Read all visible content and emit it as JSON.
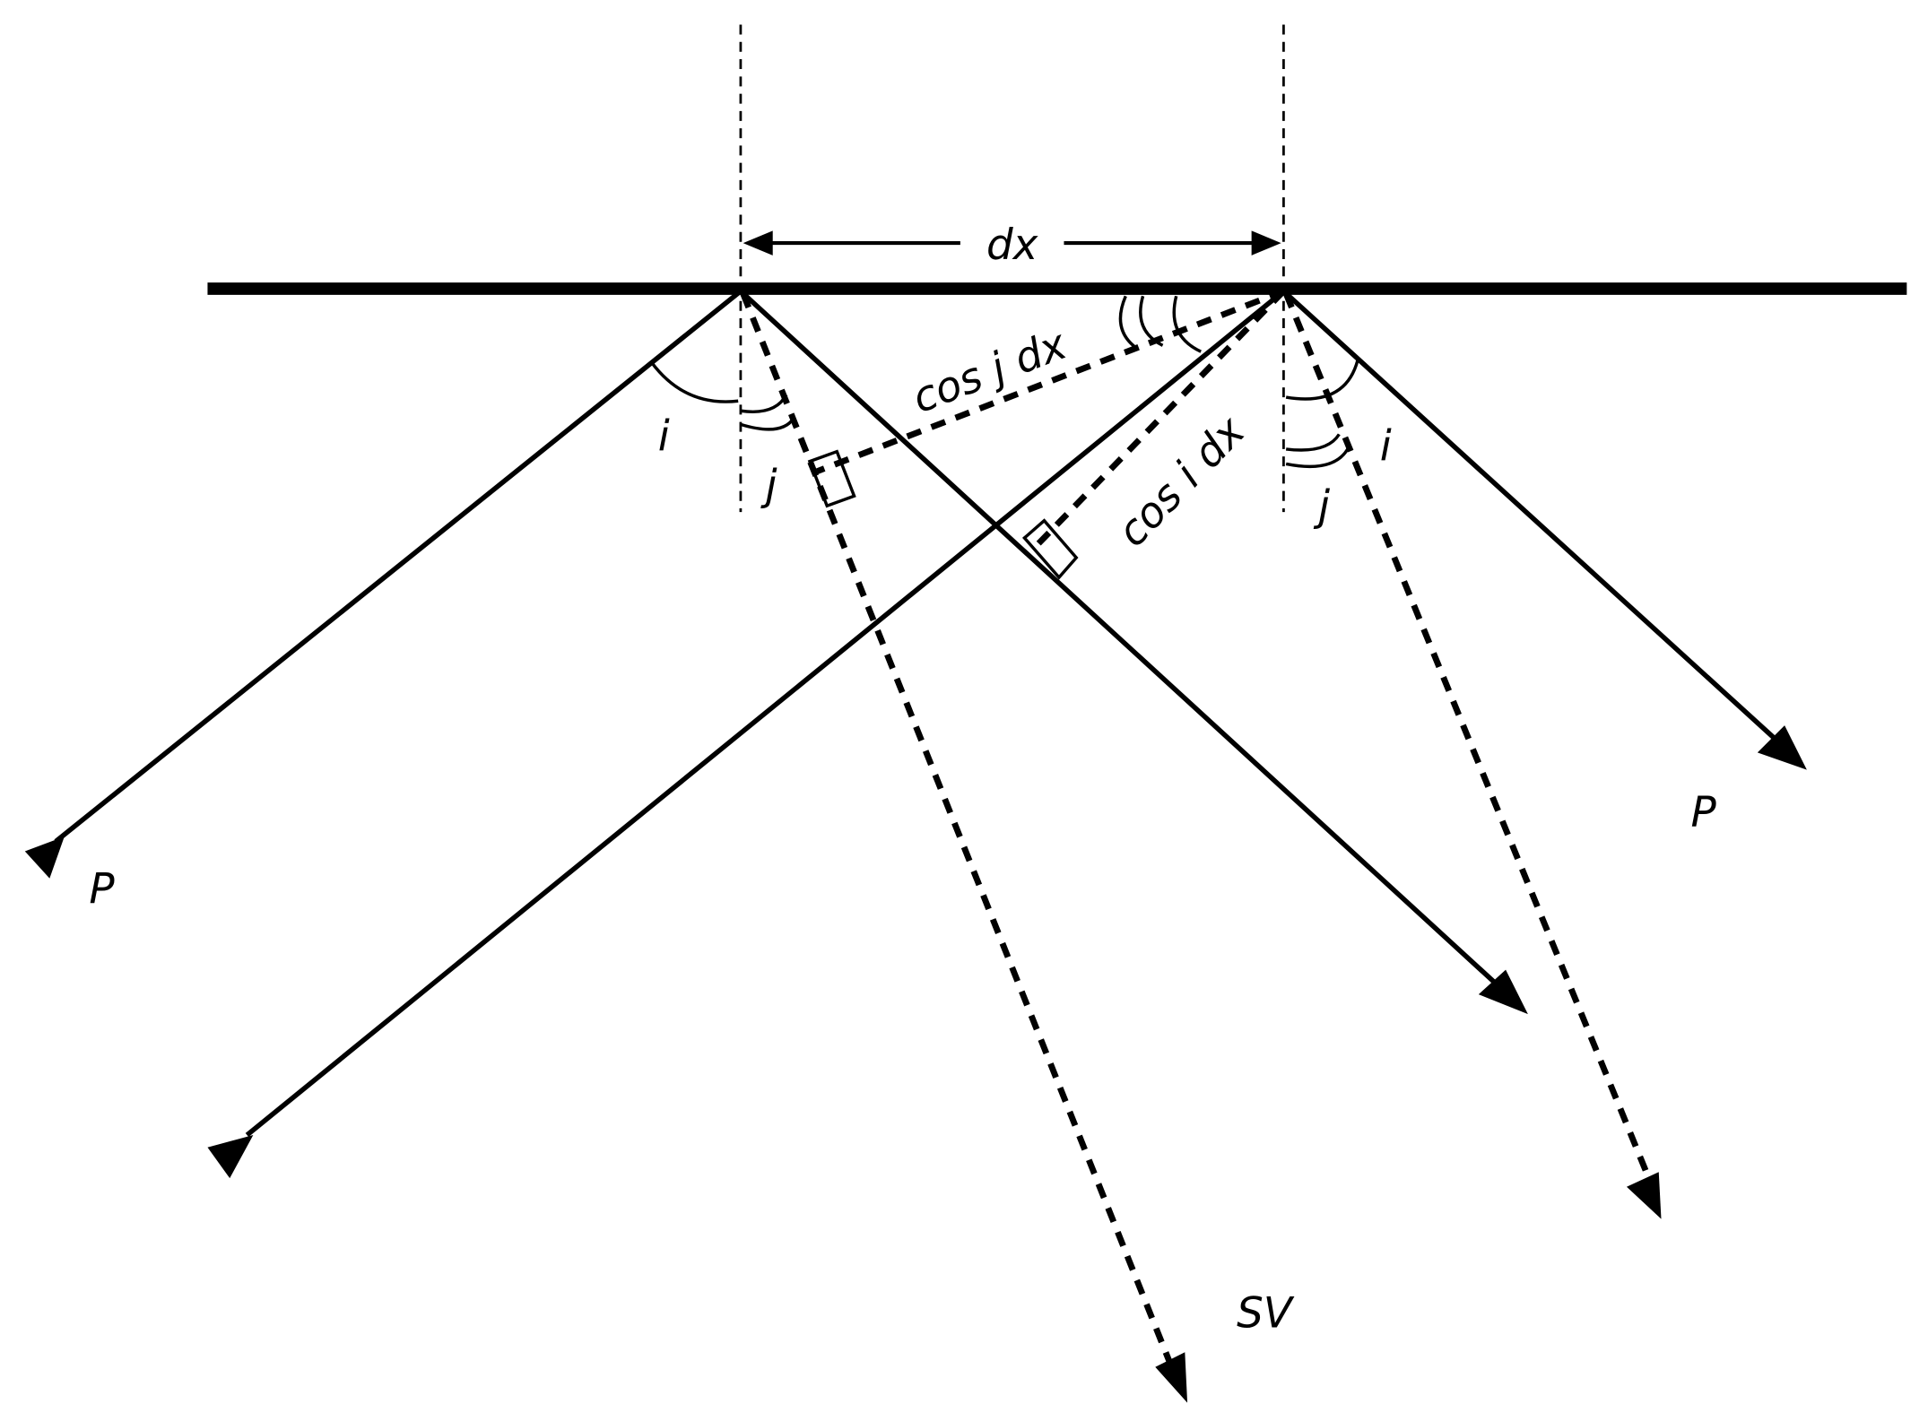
{
  "labels": {
    "dx": "dx",
    "cos_j_dx": "cos j dx",
    "cos_i_dx": "cos i dx",
    "i_left": "i",
    "j_left": "j",
    "i_right": "i",
    "j_right": "j",
    "p_left": "P",
    "p_right": "P",
    "sv": "SV"
  },
  "colors": {
    "ink": "#000000",
    "background": "#ffffff"
  }
}
